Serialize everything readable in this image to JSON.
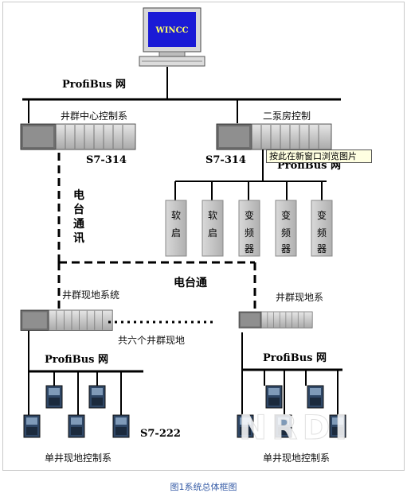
{
  "monitor_label": "WINCC",
  "top_bus": "ProfiBus 网",
  "plc_left_label": "井群中心控制系",
  "plc_left_model": "S7-314",
  "plc_right_label": "二泵房控制",
  "plc_right_model": "S7-314",
  "plc_right_bus_partial": "ProfiBus 网",
  "tooltip": "按此在新窗口浏览图片",
  "radio_vertical": [
    "电",
    "台",
    "通",
    "讯"
  ],
  "radio_horizontal": "电台通",
  "drives": [
    {
      "l1": "软",
      "l2": "启",
      "l3": ""
    },
    {
      "l1": "软",
      "l2": "启",
      "l3": ""
    },
    {
      "l1": "变",
      "l2": "频",
      "l3": "器"
    },
    {
      "l1": "变",
      "l2": "频",
      "l3": "器"
    },
    {
      "l1": "变",
      "l2": "频",
      "l3": "器"
    }
  ],
  "field_left_label": "井群现地系统",
  "field_right_label": "井群现地系",
  "middle_text": "共六个井群现地",
  "bottom_left_bus": "ProfiBus 网",
  "bottom_right_bus": "ProfiBus 网",
  "s7_222": "S7-222",
  "single_left": "单井现地控制系",
  "single_right": "单井现地控制系",
  "watermark": "NRDI",
  "caption": "图1系统总体框图",
  "colors": {
    "line": "#000000",
    "plc_body": "#c8c8c8",
    "drive_body": "#c4c4c4",
    "caption": "#3a5fa8"
  }
}
